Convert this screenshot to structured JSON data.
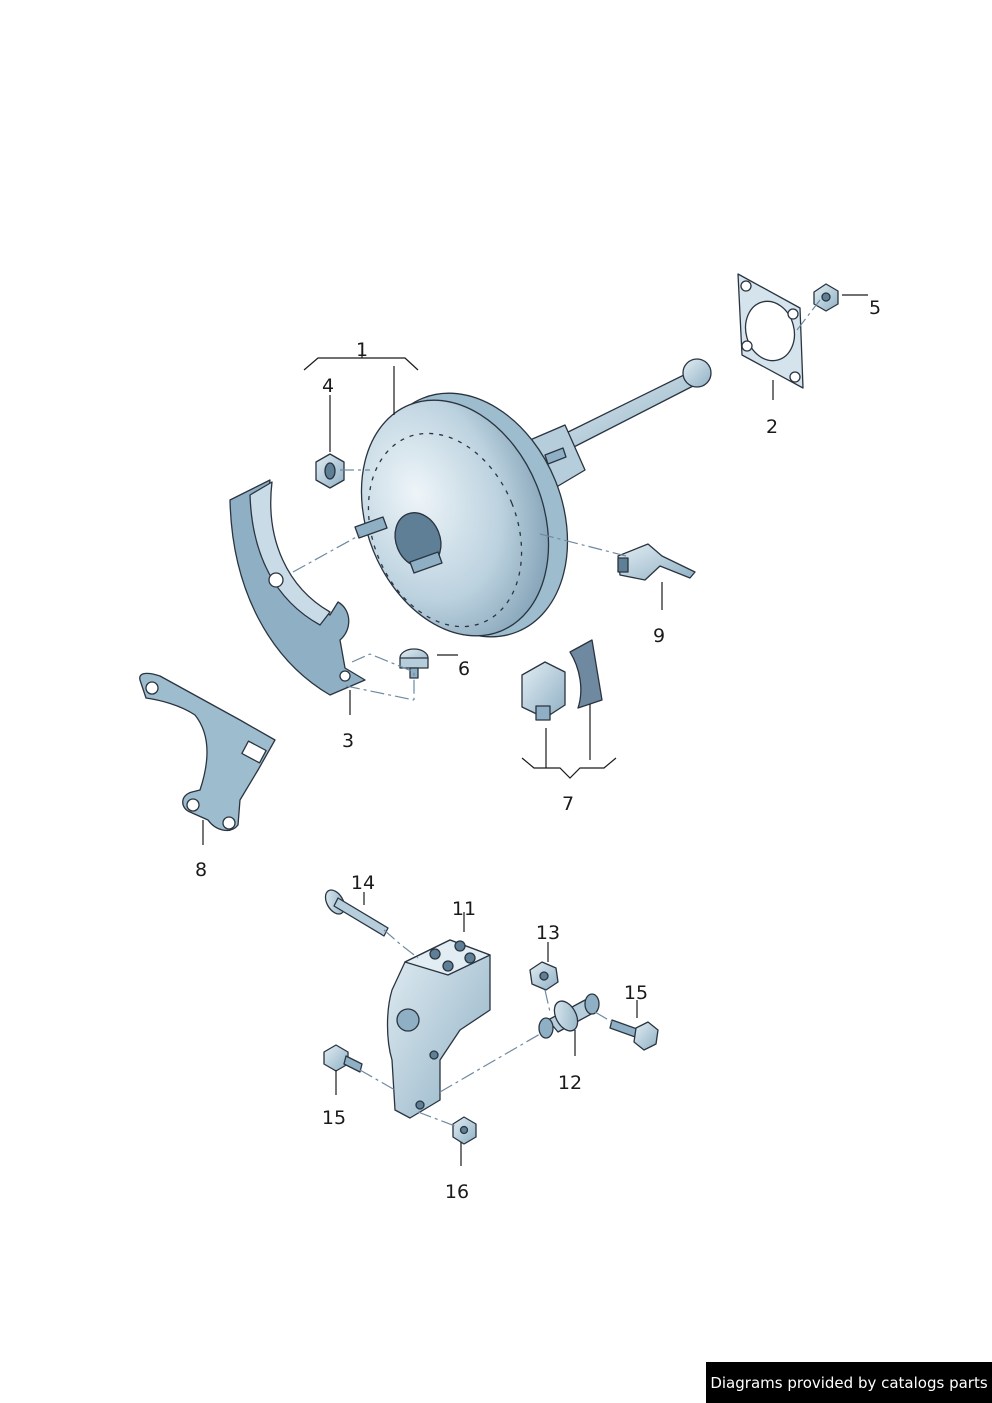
{
  "callouts": [
    "1",
    "2",
    "3",
    "4",
    "5",
    "6",
    "7",
    "8",
    "9",
    "11",
    "12",
    "13",
    "14",
    "15",
    "15",
    "16"
  ],
  "footer": {
    "text": "Diagrams provided by catalogs parts"
  },
  "colors": {
    "part_fill": "#c9dbe6",
    "part_shade": "#8fb0c4",
    "part_dark": "#5e7f96",
    "line": "#2a3440"
  }
}
